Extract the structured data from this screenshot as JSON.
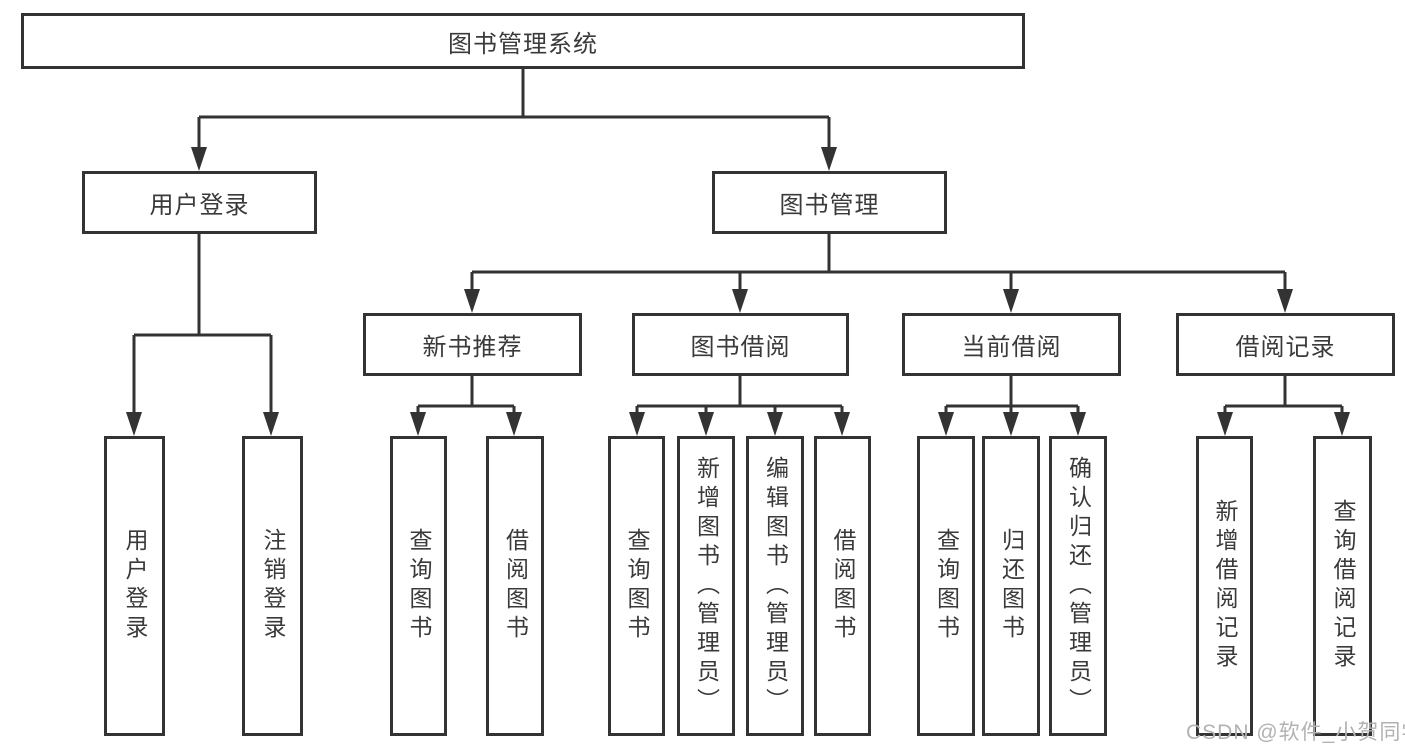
{
  "colors": {
    "line": "#333333",
    "text": "#3a3a3a",
    "watermark": "#b2b2b2"
  },
  "diagram": {
    "root": {
      "label": "图书管理系统"
    },
    "branches": [
      {
        "label": "用户登录",
        "children": [
          {
            "label": "用户登录"
          },
          {
            "label": "注销登录"
          }
        ]
      },
      {
        "label": "图书管理",
        "children": [
          {
            "label": "新书推荐",
            "children": [
              {
                "label": "查询图书"
              },
              {
                "label": "借阅图书"
              }
            ]
          },
          {
            "label": "图书借阅",
            "children": [
              {
                "label": "查询图书"
              },
              {
                "label": "新增图书（管理员）"
              },
              {
                "label": "编辑图书（管理员）"
              },
              {
                "label": "借阅图书"
              }
            ]
          },
          {
            "label": "当前借阅",
            "children": [
              {
                "label": "查询图书"
              },
              {
                "label": "归还图书"
              },
              {
                "label": "确认归还（管理员）"
              }
            ]
          },
          {
            "label": "借阅记录",
            "children": [
              {
                "label": "新增借阅记录"
              },
              {
                "label": "查询借阅记录"
              }
            ]
          }
        ]
      }
    ],
    "watermark": "CSDN @软件_小贺同学"
  }
}
